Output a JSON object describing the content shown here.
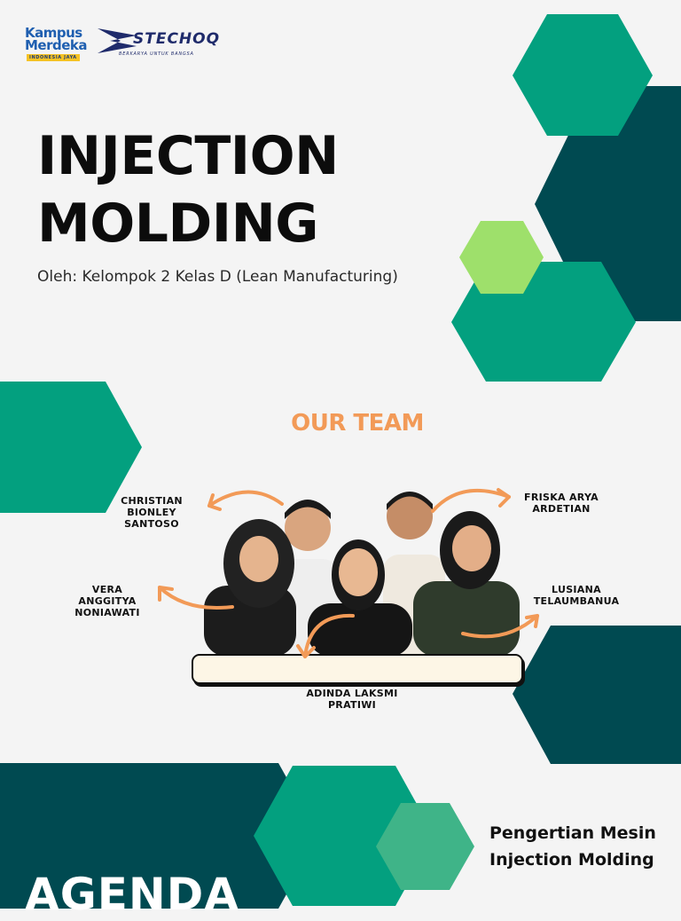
{
  "logos": {
    "kampus_merdeka": {
      "line1": "Kampus",
      "line2": "Merdeka",
      "tagline": "INDONESIA JAYA"
    },
    "stechoq": {
      "name": "STECHOQ",
      "tagline": "BERKARYA UNTUK BANGSA"
    }
  },
  "title": "INJECTION MOLDING",
  "subtitle": "Oleh: Kelompok 2 Kelas D (Lean Manufacturing)",
  "team": {
    "heading": "OUR TEAM",
    "members": [
      "CHRISTIAN BIONLEY SANTOSO",
      "FRISKA ARYA ARDETIAN",
      "VERA ANGGITYA NONIAWATI",
      "LUSIANA TELAUMBANUA",
      "ADINDA LAKSMI PRATIWI"
    ]
  },
  "agenda": {
    "label": "AGENDA",
    "item": "Pengertian Mesin Injection Molding"
  },
  "colors": {
    "background": "#f4f4f4",
    "teal": "#03a07f",
    "dark_teal": "#004a51",
    "light_green": "#9ee06b",
    "mid_green": "#3fb488",
    "accent_orange": "#f29a57"
  },
  "team_photo": "five team members standing together"
}
